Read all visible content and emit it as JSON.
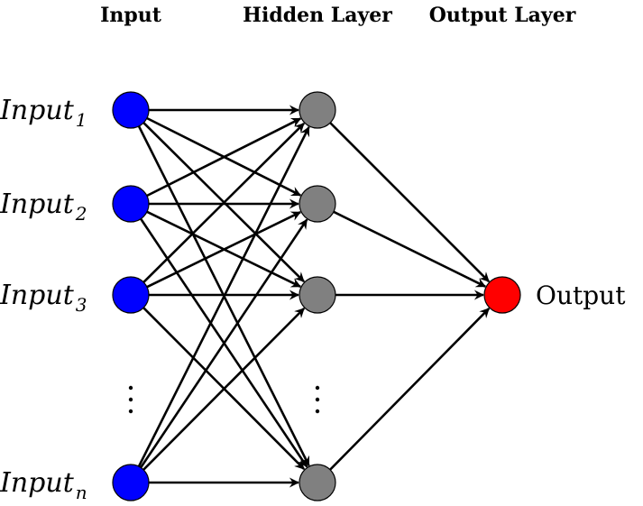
{
  "headers": {
    "input": "Input",
    "hidden": "Hidden Layer",
    "output": "Output Layer"
  },
  "input_labels": [
    {
      "base": "Input",
      "sub": "1"
    },
    {
      "base": "Input",
      "sub": "2"
    },
    {
      "base": "Input",
      "sub": "3"
    },
    {
      "base": "Input",
      "sub": "n"
    }
  ],
  "output_label": "Output",
  "colors": {
    "input_node": "#0000ff",
    "hidden_node": "#808080",
    "output_node": "#ff0000",
    "edge": "#000000"
  }
}
